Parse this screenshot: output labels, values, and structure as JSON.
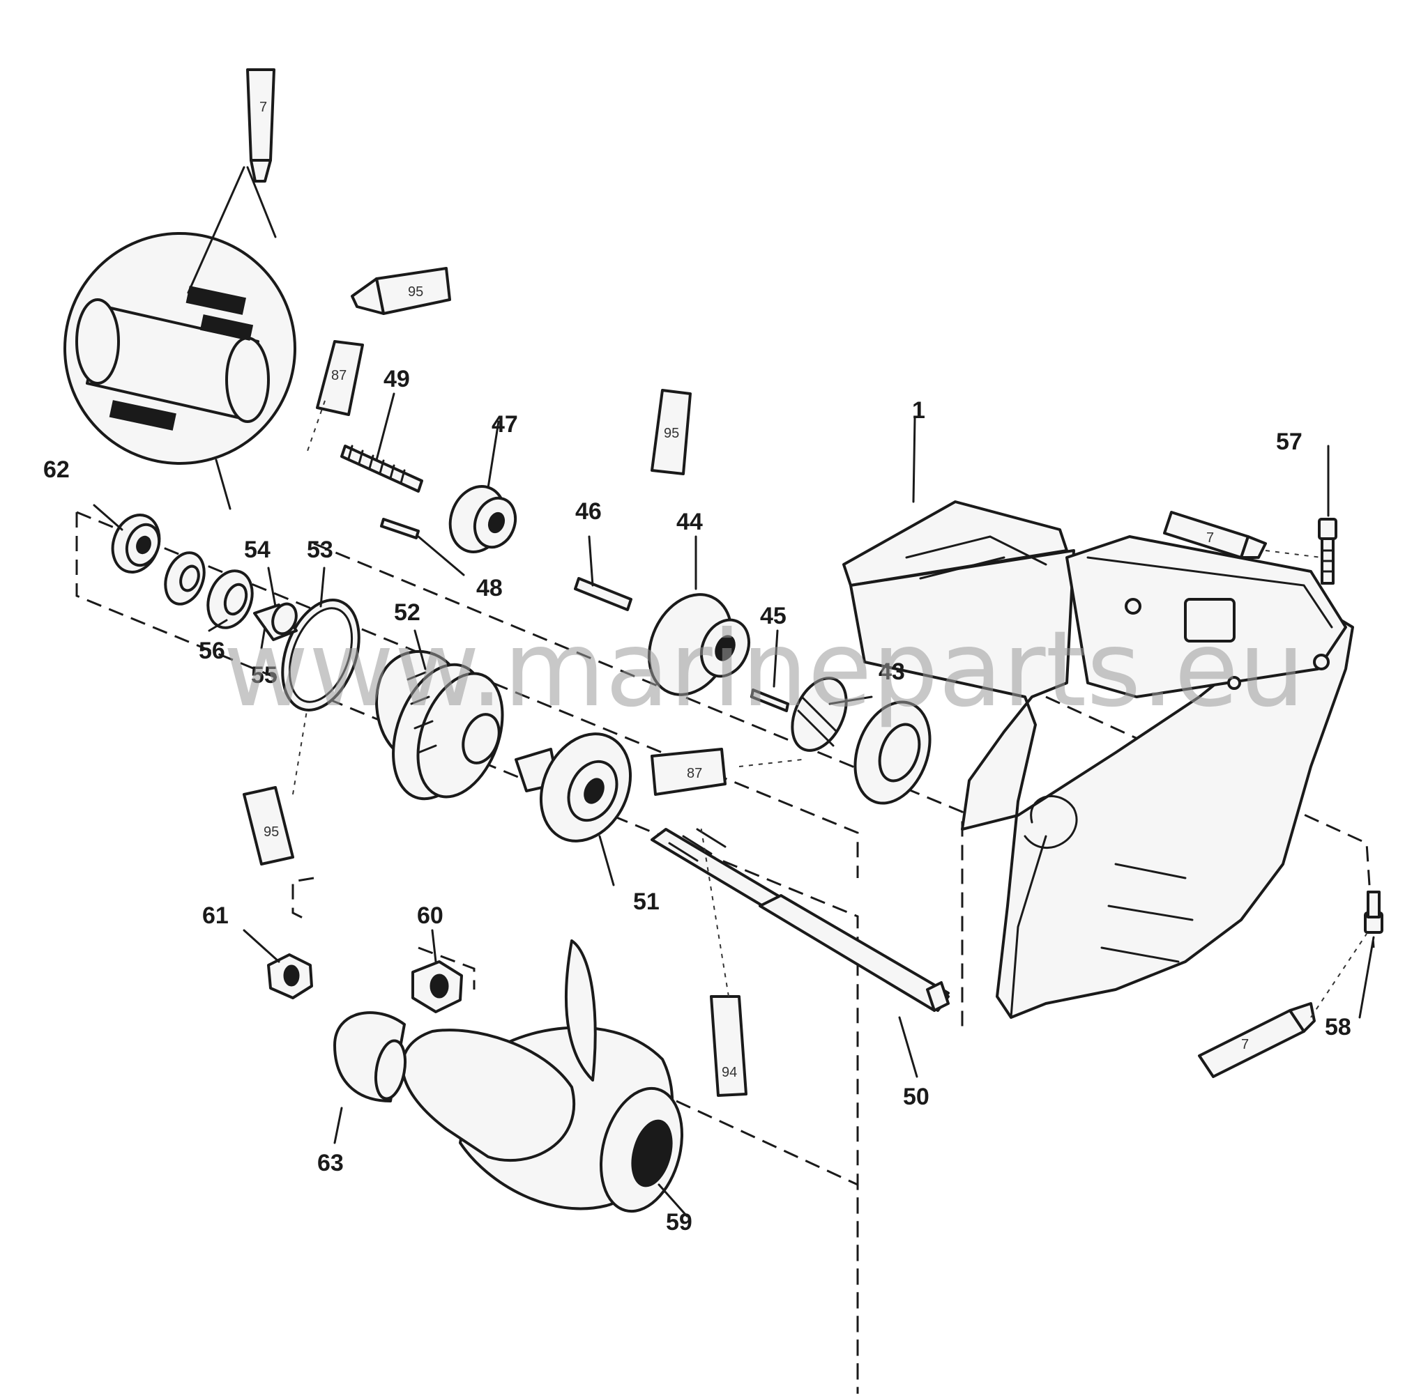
{
  "watermark": "www.marineparts.eu",
  "callouts": {
    "p1": "1",
    "p43": "43",
    "p44": "44",
    "p45": "45",
    "p46": "46",
    "p47": "47",
    "p48": "48",
    "p49": "49",
    "p50": "50",
    "p51": "51",
    "p52": "52",
    "p53": "53",
    "p54": "54",
    "p55": "55",
    "p56": "56",
    "p57": "57",
    "p58": "58",
    "p59": "59",
    "p60": "60",
    "p61": "61",
    "p62": "62",
    "p63": "63"
  },
  "tubes": {
    "t_top": "7",
    "t_95_upper": "95",
    "t_87_upper": "87",
    "t_95_mid": "95",
    "t_87_mid": "87",
    "t_95_lower": "95",
    "t_94": "94",
    "t_7_right": "7",
    "t_7_bottom": "7"
  }
}
